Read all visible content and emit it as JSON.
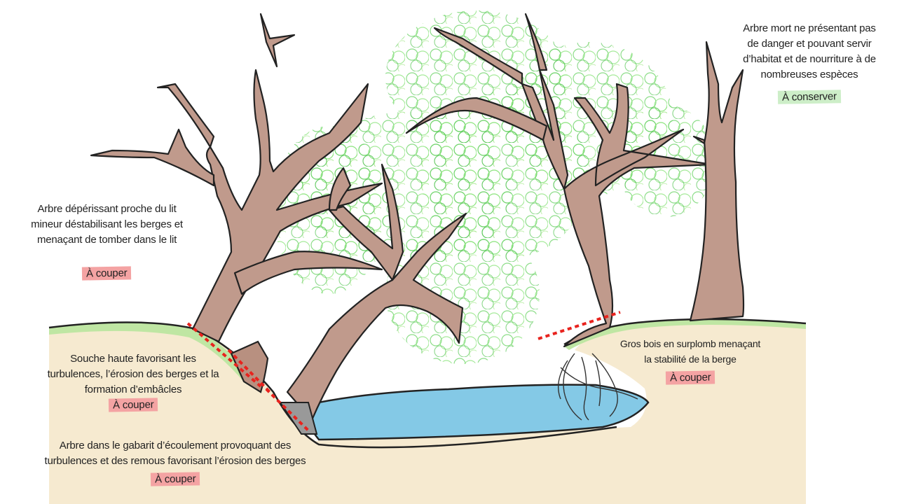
{
  "annotations": {
    "dead_tree": {
      "text": "Arbre mort ne présentant pas de danger et pouvant servir d’habitat et de nourriture à de nombreuses espèces",
      "line1": "Arbre mort ne présentant pas",
      "line2": "de danger et pouvant servir",
      "line3": "d’habitat et de nourriture à de",
      "line4": "nombreuses espèces",
      "action": "À conserver"
    },
    "declining_tree": {
      "line1": "Arbre dépérissant proche du lit",
      "line2": "mineur déstabilisant les berges et",
      "line3": "menaçant de tomber dans le lit",
      "action": "À couper"
    },
    "high_stump": {
      "line1": "Souche haute favorisant les",
      "line2": "turbulences, l’érosion des berges et la",
      "line3": "formation d’embâcles",
      "action": "À couper"
    },
    "flow_tree": {
      "line1": "Arbre dans le gabarit d’écoulement provoquant des",
      "line2": "turbulences et des remous favorisant l’érosion des berges",
      "action": "À couper"
    },
    "overhang_wood": {
      "line1": "Gros bois en surplomb menaçant",
      "line2": "la stabilité de la berge",
      "action": "À couper"
    }
  },
  "colors": {
    "cut_highlight": "#f4a3a3",
    "keep_highlight": "#cdeec8",
    "cut_line": "#e8231e",
    "foliage": "#7fe07a",
    "trunk": "#b58a7a",
    "water": "#7cc4e4",
    "grass": "#b7e39a",
    "soil": "#f4e7c9"
  }
}
